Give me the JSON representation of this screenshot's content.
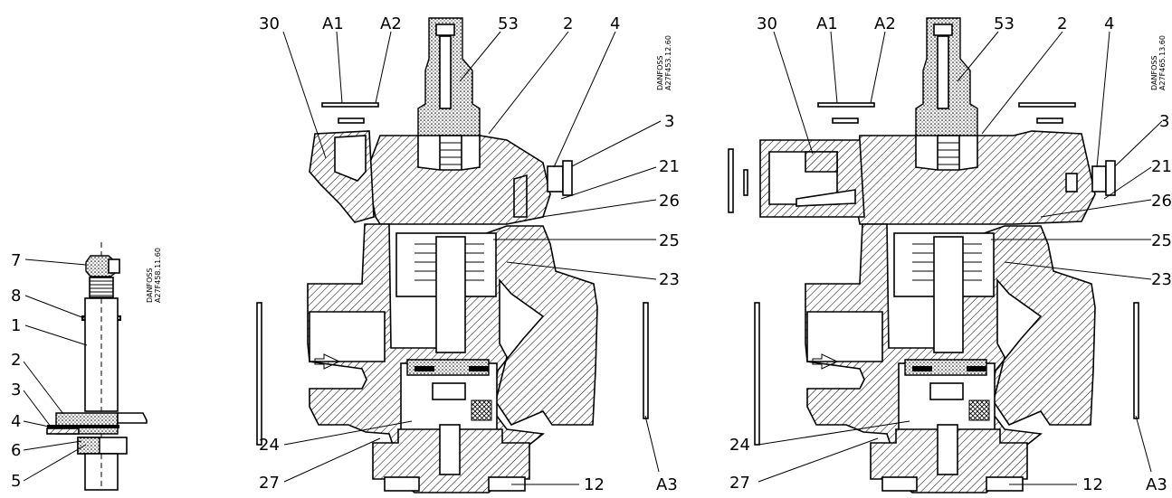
{
  "figures": {
    "left": {
      "code": [
        "DANFOSS",
        "A27F458.11.60"
      ],
      "labels": [
        "7",
        "8",
        "1",
        "2",
        "3",
        "4",
        "6",
        "5"
      ]
    },
    "middle": {
      "code": [
        "DANFOSS",
        "A27F453.12.60"
      ],
      "top_labels": [
        "30",
        "A1",
        "A2",
        "53",
        "2",
        "4"
      ],
      "right_labels": [
        "3",
        "21",
        "26",
        "25",
        "23"
      ],
      "bottom_labels": [
        "24",
        "27",
        "12",
        "A3"
      ]
    },
    "right": {
      "code": [
        "DANFOSS",
        "A27F465.13.60"
      ],
      "top_labels": [
        "30",
        "A1",
        "A2",
        "53",
        "2",
        "4"
      ],
      "right_labels": [
        "3",
        "21",
        "26",
        "25",
        "23"
      ],
      "bottom_labels": [
        "24",
        "27",
        "12",
        "A3"
      ]
    }
  }
}
